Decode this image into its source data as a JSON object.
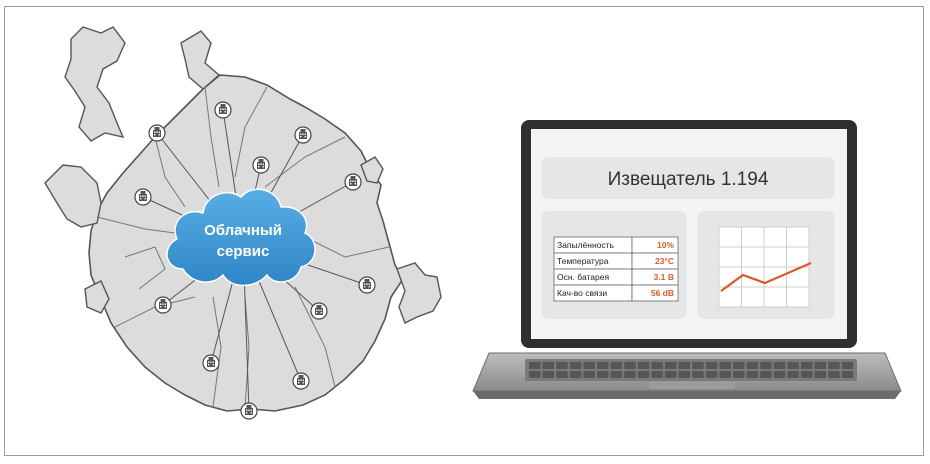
{
  "cloud": {
    "line1": "Облачный",
    "line2": "сервис",
    "color": "#3f9ad6"
  },
  "laptop": {
    "title": "Извещатель 1.194",
    "table": [
      {
        "label": "Запылённость",
        "value": "10%"
      },
      {
        "label": "Температура",
        "value": "23°С"
      },
      {
        "label": "Осн. батарея",
        "value": "3.1 В"
      },
      {
        "label": "Кач-во связи",
        "value": "56 dB"
      }
    ],
    "value_color": "#e05a2a",
    "chart_line_color": "#d9582a"
  },
  "map": {
    "fill": "#dcdcdc",
    "stroke": "#555555",
    "building_icon": "building-icon"
  }
}
